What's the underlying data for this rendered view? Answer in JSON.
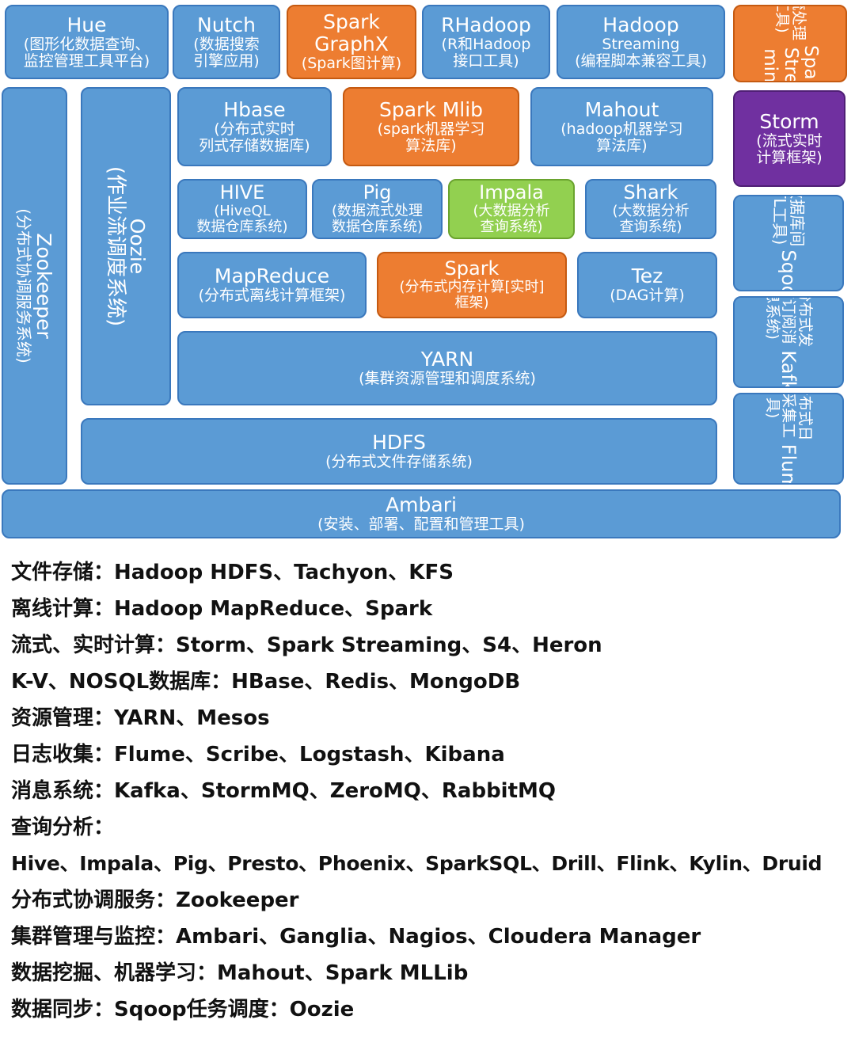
{
  "boxes": {
    "hue": {
      "name": "Hue",
      "desc": "(图形化数据查询、\n监控管理工具平台)"
    },
    "nutch": {
      "name": "Nutch",
      "desc": "(数据搜索\n引擎应用)"
    },
    "spark_graphx": {
      "name": "Spark\nGraphX",
      "desc": "(Spark图计算)"
    },
    "rhadoop": {
      "name": "RHadoop",
      "desc": "(R和Hadoop\n接口工具)"
    },
    "hadoop_streaming": {
      "name": "Hadoop",
      "desc": "Streaming\n(编程脚本兼容工具)"
    },
    "spark_streaming": {
      "name": "Spark\nStrea\nming",
      "desc": "(流处理\n工具)"
    },
    "zookeeper": {
      "name": "Zookeeper",
      "desc": "(分布式协调服务系统)"
    },
    "oozie": {
      "name": "Oozie",
      "desc": "(作业流调度系统)"
    },
    "hbase": {
      "name": "Hbase",
      "desc": "(分布式实时\n列式存储数据库)"
    },
    "spark_mlib": {
      "name": "Spark Mlib",
      "desc": "(spark机器学习\n算法库)"
    },
    "mahout": {
      "name": "Mahout",
      "desc": "(hadoop机器学习\n算法库)"
    },
    "storm": {
      "name": "Storm",
      "desc": "(流式实时\n计算框架)"
    },
    "hive": {
      "name": "HIVE",
      "desc": "(HiveQL\n数据仓库系统)"
    },
    "pig": {
      "name": "Pig",
      "desc": "(数据流式处理\n数据仓库系统)"
    },
    "impala": {
      "name": "Impala",
      "desc": "(大数据分析\n查询系统)"
    },
    "shark": {
      "name": "Shark",
      "desc": "(大数据分析\n查询系统)"
    },
    "sqoop": {
      "name": "Sqoop",
      "desc": "(数据库间\nETL工具)"
    },
    "mapreduce": {
      "name": "MapReduce",
      "desc": "(分布式离线计算框架)"
    },
    "spark": {
      "name": "Spark",
      "desc": "(分布式内存计算[实时]\n框架)"
    },
    "tez": {
      "name": "Tez",
      "desc": "(DAG计算)"
    },
    "kafka": {
      "name": "Kafka",
      "desc": "(分布式发\n布订阅消\n息系统)"
    },
    "yarn": {
      "name": "YARN",
      "desc": "(集群资源管理和调度系统)"
    },
    "flume": {
      "name": "Flume",
      "desc": "(分布式日\n志采集工\n具)"
    },
    "hdfs": {
      "name": "HDFS",
      "desc": "(分布式文件存储系统)"
    },
    "ambari": {
      "name": "Ambari",
      "desc": "(安装、部署、配置和管理工具)"
    }
  },
  "colors": {
    "blue": "#5b9bd5",
    "orange": "#ed7d31",
    "green": "#92d050",
    "purple": "#7030a0"
  },
  "list": [
    "文件存储：Hadoop HDFS、Tachyon、KFS",
    "离线计算：Hadoop MapReduce、Spark",
    "流式、实时计算：Storm、Spark Streaming、S4、Heron",
    "K-V、NOSQL数据库：HBase、Redis、MongoDB",
    "资源管理：YARN、Mesos",
    "日志收集：Flume、Scribe、Logstash、Kibana",
    "消息系统：Kafka、StormMQ、ZeroMQ、RabbitMQ",
    "查询分析：",
    "Hive、Impala、Pig、Presto、Phoenix、SparkSQL、Drill、Flink、Kylin、Druid",
    "分布式协调服务：Zookeeper",
    "集群管理与监控：Ambari、Ganglia、Nagios、Cloudera Manager",
    "数据挖掘、机器学习：Mahout、Spark MLLib",
    "数据同步：Sqoop任务调度：Oozie"
  ]
}
